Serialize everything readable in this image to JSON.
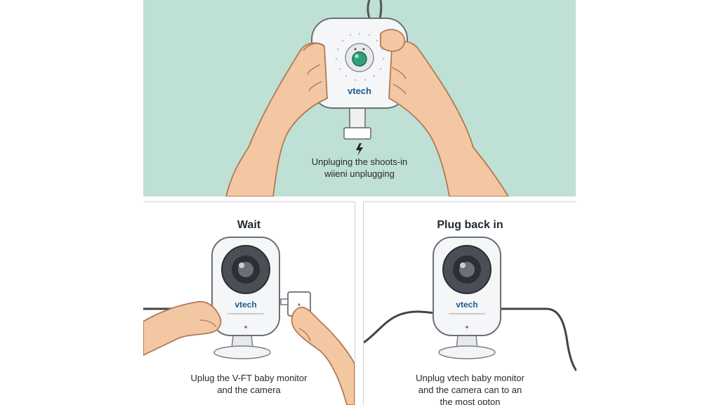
{
  "brand": {
    "name": "vtech",
    "color": "#1a5b8f"
  },
  "colors": {
    "top_background": "#bfe0d4",
    "skin": "#f4c7a3",
    "device": "#f5f6f8",
    "led": "#2ea07a"
  },
  "top": {
    "caption": "Unpluging the shoots-in\nwiieni unplugging",
    "icon": "lightning-bolt-icon"
  },
  "left": {
    "title": "Wait",
    "caption": "Uplug the V-FT baby monitor\nand the camera"
  },
  "right": {
    "title": "Plug back in",
    "caption": "Unplug vtech baby monitor\nand the camera  can to an\nthe most opton"
  }
}
